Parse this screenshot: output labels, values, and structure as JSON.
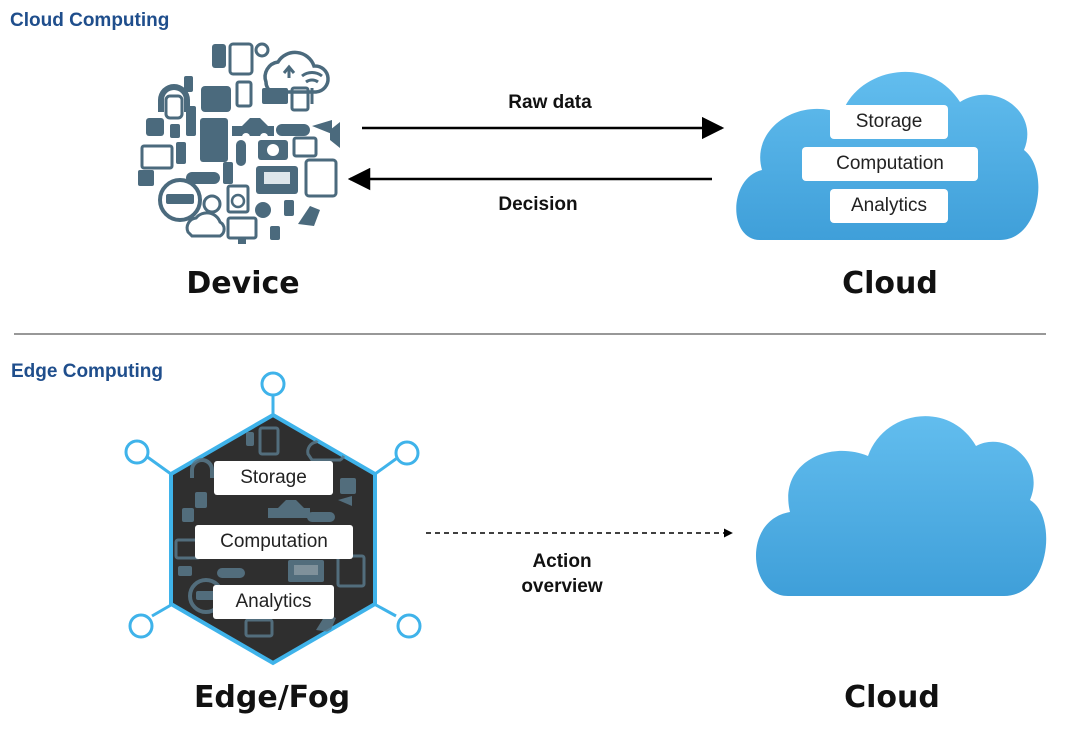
{
  "cloud_computing": {
    "title": "Cloud Computing",
    "device_label": "Device",
    "cloud_label": "Cloud",
    "arrow_forward_label": "Raw data",
    "arrow_back_label": "Decision",
    "cloud_services": [
      "Storage",
      "Computation",
      "Analytics"
    ]
  },
  "edge_computing": {
    "title": "Edge Computing",
    "edge_label": "Edge/Fog",
    "cloud_label": "Cloud",
    "arrow_label_line1": "Action",
    "arrow_label_line2": "overview",
    "edge_services": [
      "Storage",
      "Computation",
      "Analytics"
    ]
  },
  "colors": {
    "title_blue": "#1f4e8c",
    "cloud_blue": "#4aa8e0",
    "icon_slate": "#4b6a7d",
    "hex_border": "#3fb3ea",
    "hex_fill": "#2f2f2f"
  }
}
